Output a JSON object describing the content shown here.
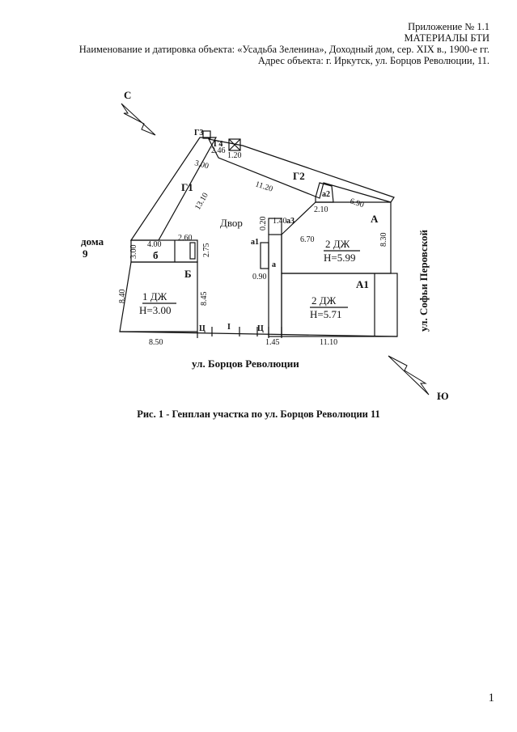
{
  "header": {
    "appendix": "Приложение № 1.1",
    "materials": "МАТЕРИАЛЫ БТИ",
    "object_name": "Наименование и датировка объекта: «Усадьба Зеленина», Доходный дом, сер. XIX в., 1900-е гг.",
    "address": "Адрес объекта: г. Иркутск, ул. Борцов Революции, 11."
  },
  "plan": {
    "north_label": "С",
    "south_label": "Ю",
    "yard_label": "Двор",
    "house9_line1": "дома",
    "house9_line2": "9",
    "street_bottom": "ул. Борцов Революции",
    "street_right": "ул. Софьи Перовской",
    "buildings": {
      "g1": "Г1",
      "g2": "Г2",
      "g3": "Г3",
      "g4": "Г4",
      "a": "А",
      "a1_big": "А1",
      "b": "Б",
      "b_small": "б",
      "a_small": "а",
      "a1_small": "а1",
      "a2_small": "а2",
      "a3_small": "а3",
      "gate": "I",
      "ts1": "Ц",
      "ts2": "Ц"
    },
    "house_1dzh": "1 ДЖ",
    "house_1h": "Н=3.00",
    "house_2dzh_a": "2 ДЖ",
    "house_2h_a": "Н=5.99",
    "house_2dzh_a1": "2 ДЖ",
    "house_2h_a1": "Н=5.71",
    "dims": {
      "d_300_top": "3.00",
      "d_246": "2.46",
      "d_120": "1.20",
      "d_1310": "13.10",
      "d_1120": "11.20",
      "d_690": "6.90",
      "d_210": "2.10",
      "d_140": "1.40",
      "d_020": "0.20",
      "d_670": "6.70",
      "d_830": "8.30",
      "d_400": "4.00",
      "d_260": "2.60",
      "d_275": "2.75",
      "d_300_left": "3.00",
      "d_840": "8.40",
      "d_845": "8.45",
      "d_090": "0.90",
      "d_850": "8.50",
      "d_145": "1.45",
      "d_1110": "11.10"
    }
  },
  "caption": "Рис. 1 - Генплан участка по ул. Борцов Революции 11",
  "page_number": "1"
}
